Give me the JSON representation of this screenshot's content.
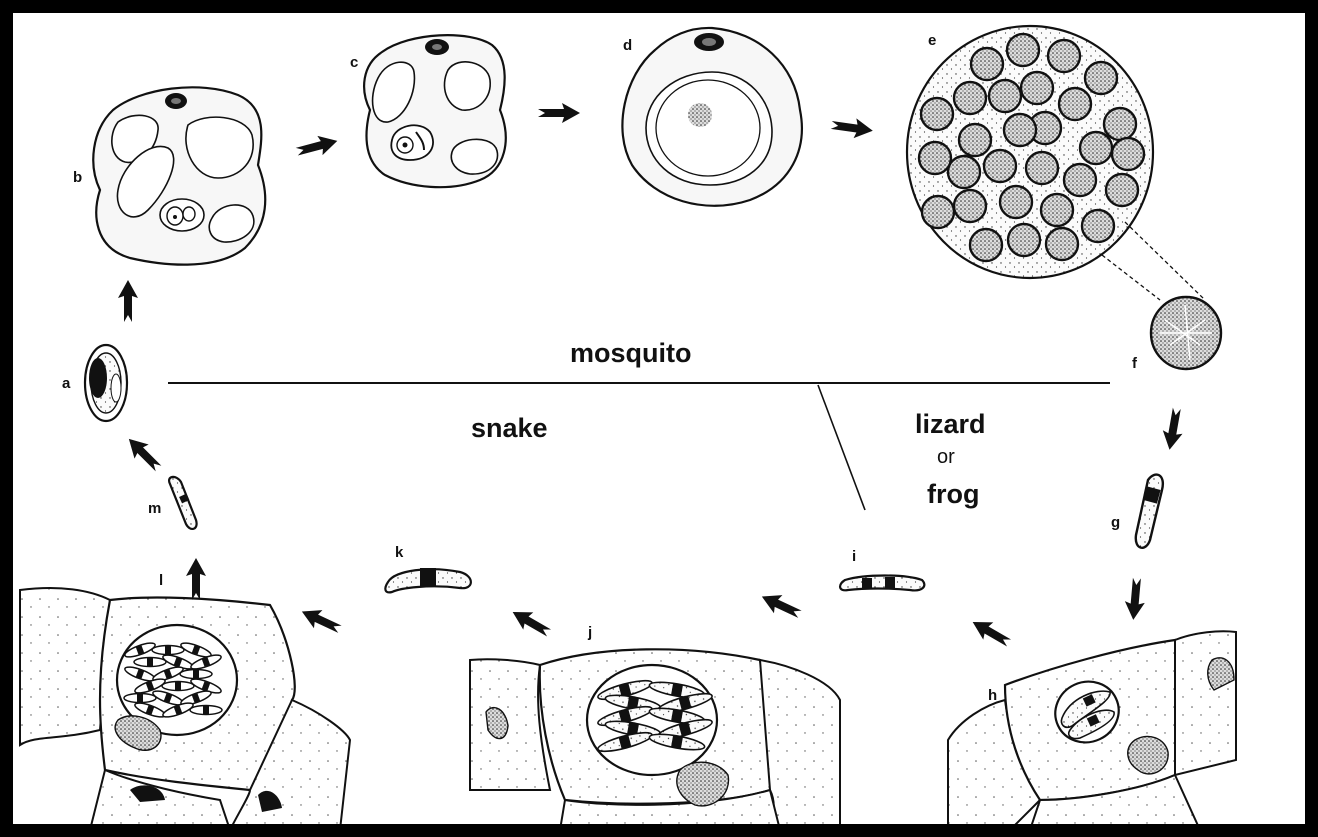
{
  "labels": {
    "a": "a",
    "b": "b",
    "c": "c",
    "d": "d",
    "e": "e",
    "f": "f",
    "g": "g",
    "h": "h",
    "i": "i",
    "j": "j",
    "k": "k",
    "l": "l",
    "m": "m"
  },
  "regions": {
    "mosquito": "mosquito",
    "snake": "snake",
    "lizard": "lizard",
    "or": "or",
    "frog": "frog"
  },
  "colors": {
    "ink": "#111111",
    "border": "#000000",
    "background": "#ffffff"
  }
}
